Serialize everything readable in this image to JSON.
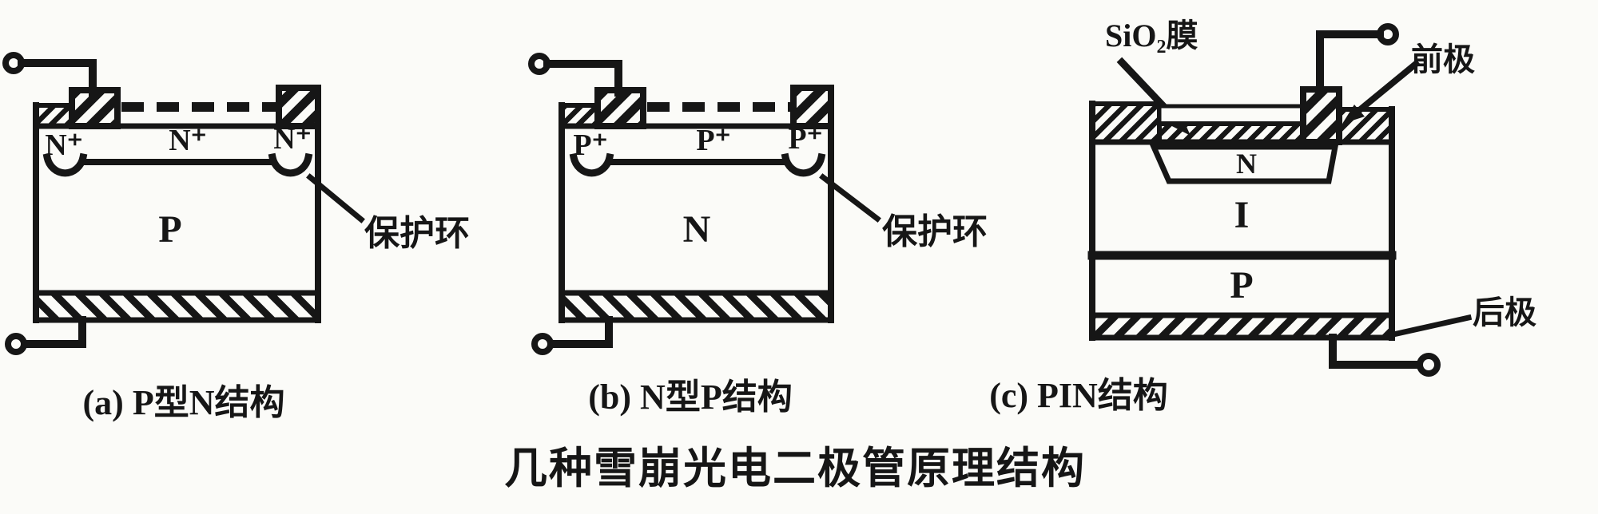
{
  "figure_title": "几种雪崩光电二极管原理结构",
  "colors": {
    "ink": "#161616",
    "background": "#fbfbf8"
  },
  "diagrams": [
    {
      "caption": "(a) P型N结构",
      "top_regions": [
        "N⁺",
        "N⁺",
        "N⁺"
      ],
      "body_region": "P",
      "annotations": {
        "guard_ring": "保护环"
      }
    },
    {
      "caption": "(b) N型P结构",
      "top_regions": [
        "P⁺",
        "P⁺",
        "P⁺"
      ],
      "body_region": "N",
      "annotations": {
        "guard_ring": "保护环"
      }
    },
    {
      "caption": "(c) PIN结构",
      "layers": [
        "N",
        "I",
        "P"
      ],
      "annotations": {
        "sio2_film": "SiO₂膜",
        "front_electrode": "前极",
        "back_electrode": "后极"
      }
    }
  ]
}
